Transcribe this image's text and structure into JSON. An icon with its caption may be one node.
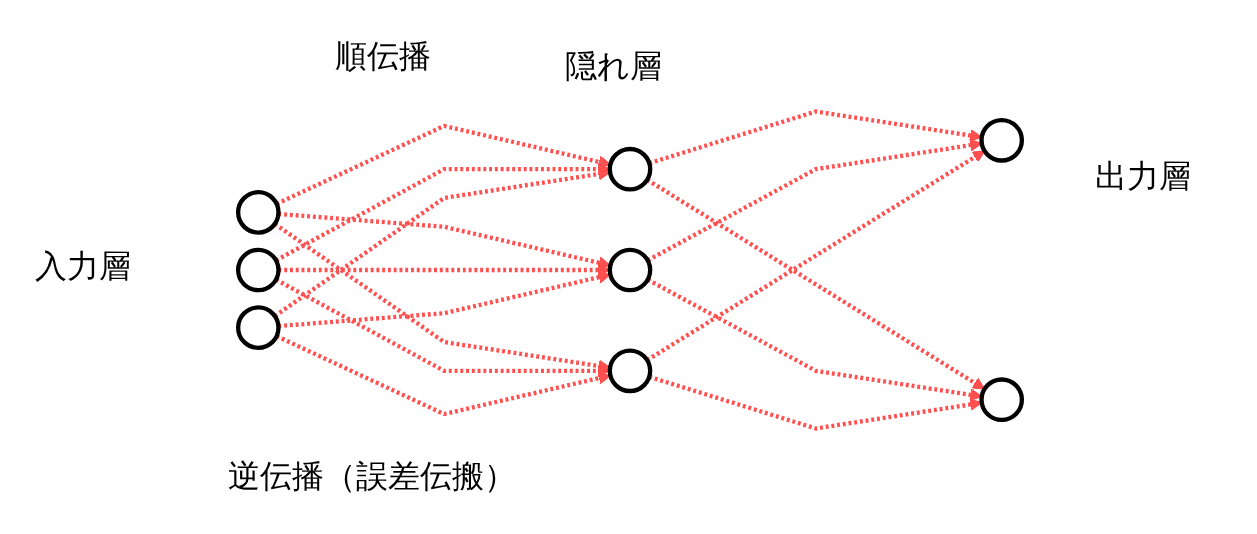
{
  "diagram": {
    "nodes": [
      {
        "text": [],
        "shape": "circle"
      },
      {
        "text": [],
        "shape": "circle"
      },
      {
        "text": [],
        "shape": "circle"
      },
      {
        "text": [],
        "shape": "circle"
      },
      {
        "text": [],
        "shape": "circle"
      },
      {
        "text": [],
        "shape": "circle"
      },
      {
        "text": [],
        "shape": "circle"
      },
      {
        "text": [],
        "shape": "circle"
      }
    ],
    "edges": [
      {
        "from": 0,
        "to": 3,
        "arrow": "to",
        "style": "dashed",
        "color": "#ff4f4f"
      },
      {
        "from": 0,
        "to": 4,
        "arrow": "to",
        "style": "dashed",
        "color": "#ff4f4f"
      },
      {
        "from": 0,
        "to": 5,
        "arrow": "to",
        "style": "dashed",
        "color": "#ff4f4f"
      },
      {
        "from": 1,
        "to": 3,
        "arrow": "to",
        "style": "dashed",
        "color": "#ff4f4f"
      },
      {
        "from": 1,
        "to": 4,
        "arrow": "to",
        "style": "dashed",
        "color": "#ff4f4f"
      },
      {
        "from": 1,
        "to": 5,
        "arrow": "to",
        "style": "dashed",
        "color": "#ff4f4f"
      },
      {
        "from": 2,
        "to": 3,
        "arrow": "to",
        "style": "dashed",
        "color": "#ff4f4f"
      },
      {
        "from": 2,
        "to": 4,
        "arrow": "to",
        "style": "dashed",
        "color": "#ff4f4f"
      },
      {
        "from": 2,
        "to": 5,
        "arrow": "to",
        "style": "dashed",
        "color": "#ff4f4f"
      },
      {
        "from": 3,
        "to": 6,
        "arrow": "to",
        "style": "dashed",
        "color": "#ff4f4f"
      },
      {
        "from": 3,
        "to": 7,
        "arrow": "to",
        "style": "dashed",
        "color": "#ff4f4f"
      },
      {
        "from": 4,
        "to": 6,
        "arrow": "to",
        "style": "dashed",
        "color": "#ff4f4f"
      },
      {
        "from": 4,
        "to": 7,
        "arrow": "to",
        "style": "dashed",
        "color": "#ff4f4f"
      },
      {
        "from": 5,
        "to": 6,
        "arrow": "to",
        "style": "dashed",
        "color": "#ff4f4f"
      },
      {
        "from": 5,
        "to": 7,
        "arrow": "to",
        "style": "dashed",
        "color": "#ff4f4f"
      }
    ],
    "labels": [
      "順伝播",
      "隠れ層",
      "出力層",
      "入力層",
      "逆伝播（誤差伝搬）"
    ]
  }
}
